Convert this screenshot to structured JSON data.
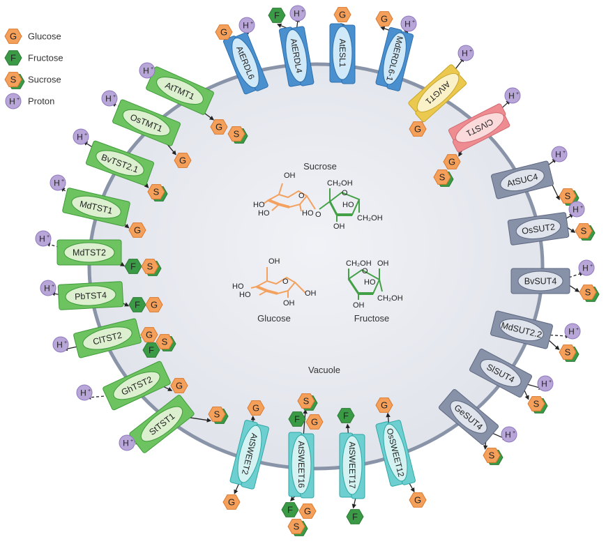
{
  "legend": [
    {
      "glyph": "G",
      "type": "glucose",
      "label": "Glucose"
    },
    {
      "glyph": "F",
      "type": "fructose",
      "label": "Fructose"
    },
    {
      "glyph": "S",
      "type": "sucrose",
      "label": "Sucrose"
    },
    {
      "glyph": "H+",
      "type": "proton",
      "label": "Proton"
    }
  ],
  "colors": {
    "glucose_fill": "#f5a05a",
    "glucose_stroke": "#d9782e",
    "fructose_fill": "#3a9a45",
    "fructose_stroke": "#2a7a33",
    "proton_fill": "#b9a6d9",
    "proton_stroke": "#8e78bf",
    "vacuole_fill": "#e6e8ef",
    "vacuole_stroke": "#8a94a8",
    "family_tst_fill": "#6cc35f",
    "family_tst_inner": "#dcf0cf",
    "family_erdl_fill": "#4a90cf",
    "family_erdl_inner": "#cfe9f8",
    "family_vgt_fill": "#ebc94e",
    "family_vgt_inner": "#fbf1c8",
    "family_vst_fill": "#ef8c92",
    "family_vst_inner": "#fbdadc",
    "family_suc_fill": "#8791a8",
    "family_suc_inner": "#dfe3ec",
    "family_sweet_fill": "#6dcfcf",
    "family_sweet_inner": "#d5f2f2"
  },
  "center_labels": {
    "sucrose": "Sucrose",
    "glucose": "Glucose",
    "fructose": "Fructose",
    "vacuole": "Vacuole"
  },
  "chem_labels": {
    "oh": "OH",
    "ho": "HO",
    "o": "O",
    "ch2oh": "CH₂OH"
  },
  "transporters": [
    {
      "name": "AtERDL6",
      "family": "erdl",
      "substrates_out": [
        "G"
      ],
      "proton": "out",
      "proton_dashed": false
    },
    {
      "name": "AtERDL4",
      "family": "erdl",
      "substrates_out": [
        "F"
      ],
      "proton": "out",
      "proton_dashed": false
    },
    {
      "name": "AtESL1",
      "family": "erdl",
      "substrates_out": [
        "G"
      ],
      "proton": "none",
      "proton_dashed": false
    },
    {
      "name": "MdERDL6-1",
      "family": "erdl",
      "substrates_out": [
        "G"
      ],
      "proton": "out",
      "proton_dashed": false
    },
    {
      "name": "AtVGT1",
      "family": "vgt",
      "substrates_in": [
        "G"
      ],
      "proton": "out",
      "proton_dashed": false
    },
    {
      "name": "ClVST1",
      "family": "vst",
      "substrates_in": [
        "G",
        "S"
      ],
      "proton": "out",
      "proton_dashed": false
    },
    {
      "name": "AtSUC4",
      "family": "suc",
      "substrates_out": [
        "S"
      ],
      "proton": "out",
      "proton_dashed": false
    },
    {
      "name": "OsSUT2",
      "family": "suc",
      "substrates_out": [
        "S"
      ],
      "proton": "out",
      "proton_dashed": false
    },
    {
      "name": "BvSUT4",
      "family": "suc",
      "substrates_out": [
        "S"
      ],
      "proton": "out",
      "proton_dashed": true
    },
    {
      "name": "MdSUT2.2",
      "family": "suc",
      "substrates_out": [
        "S"
      ],
      "proton": "out",
      "proton_dashed": true
    },
    {
      "name": "SlSUT4",
      "family": "suc",
      "substrates_out": [
        "S"
      ],
      "proton": "out",
      "proton_dashed": false
    },
    {
      "name": "GeSUT4",
      "family": "suc",
      "substrates_out": [
        "S"
      ],
      "proton": "out",
      "proton_dashed": false
    },
    {
      "name": "OsSWEET12",
      "family": "sweet",
      "substrates_in": [
        "G"
      ],
      "substrates_out": [
        "G"
      ]
    },
    {
      "name": "AtSWEET17",
      "family": "sweet",
      "substrates_in": [
        "F"
      ],
      "substrates_out": [
        "F"
      ]
    },
    {
      "name": "AtSWEET16",
      "family": "sweet",
      "substrates_in": [
        "S",
        "F",
        "G"
      ],
      "substrates_out": [
        "F",
        "G",
        "S"
      ]
    },
    {
      "name": "AtSWEET2",
      "family": "sweet",
      "substrates_in": [
        "G"
      ],
      "substrates_out": [
        "G"
      ]
    },
    {
      "name": "StTST1",
      "family": "tst",
      "substrates_in": [
        "S"
      ],
      "proton": "out",
      "proton_dashed": true
    },
    {
      "name": "GhTST2",
      "family": "tst",
      "substrates_in": [
        "G"
      ],
      "proton": "out",
      "proton_dashed": true
    },
    {
      "name": "ClTST2",
      "family": "tst",
      "substrates_in": [
        "G",
        "S",
        "F"
      ],
      "proton": "out",
      "proton_dashed": false
    },
    {
      "name": "PbTST4",
      "family": "tst",
      "substrates_in": [
        "F",
        "G"
      ],
      "proton": "out",
      "proton_dashed": false
    },
    {
      "name": "MdTST2",
      "family": "tst",
      "substrates_in": [
        "F",
        "S"
      ],
      "proton": "out",
      "proton_dashed": true
    },
    {
      "name": "MdTST1",
      "family": "tst",
      "substrates_in": [
        "G"
      ],
      "proton": "out",
      "proton_dashed": true
    },
    {
      "name": "BvTST2.1",
      "family": "tst",
      "substrates_in": [
        "S"
      ],
      "proton": "out",
      "proton_dashed": false
    },
    {
      "name": "OsTMT1",
      "family": "tst",
      "substrates_in": [
        "G"
      ],
      "proton": "out",
      "proton_dashed": true
    },
    {
      "name": "AtTMT1",
      "family": "tst",
      "substrates_in": [
        "G",
        "S"
      ],
      "proton": "out",
      "proton_dashed": false
    }
  ]
}
